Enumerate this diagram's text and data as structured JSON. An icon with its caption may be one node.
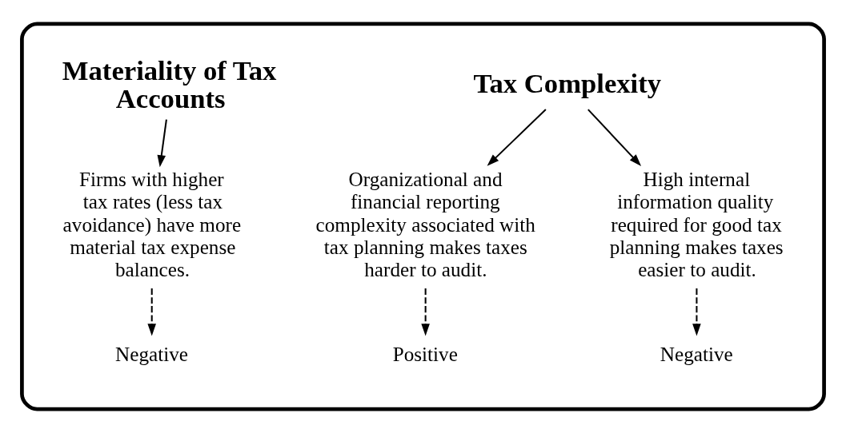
{
  "diagram": {
    "nodes": [
      {
        "text": [],
        "shape": "box"
      },
      {
        "text": [
          "Tax Complexity"
        ],
        "in": 0
      },
      {
        "text": [
          "Organizational and financial reporting complexity associated with tax planning makes taxes harder to audit."
        ],
        "in": 0
      },
      {
        "text": [
          "High internal information quality required for good tax planning makes taxes easier to audit."
        ],
        "in": 0
      },
      {
        "text": [
          "Positive"
        ],
        "in": 0
      },
      {
        "text": [
          "Negative"
        ],
        "in": 0
      },
      {
        "text": [
          "Materiality of Tax Accounts"
        ],
        "in": 0
      },
      {
        "text": [
          "Firms with higher tax rates (less tax avoidance) have more material tax expense balances."
        ],
        "in": 0
      },
      {
        "text": [
          "Negative"
        ],
        "in": 0
      }
    ],
    "edges": [
      {
        "from": 1,
        "to": 2,
        "arrow": "to"
      },
      {
        "from": 1,
        "to": 3,
        "arrow": "to"
      },
      {
        "from": 6,
        "to": 7,
        "arrow": "to"
      },
      {
        "from": 2,
        "to": 4,
        "arrow": "to",
        "style": "dashed"
      },
      {
        "from": 3,
        "to": 5,
        "arrow": "to",
        "style": "dashed"
      },
      {
        "from": 7,
        "to": 8,
        "arrow": "to",
        "style": "dashed"
      }
    ]
  }
}
